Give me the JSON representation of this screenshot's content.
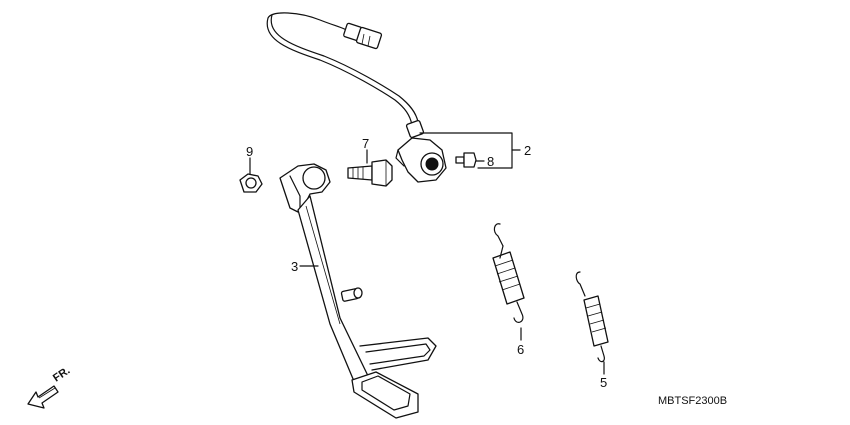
{
  "callouts": {
    "c2": "2",
    "c3": "3",
    "c5": "5",
    "c6": "6",
    "c7": "7",
    "c8": "8",
    "c9": "9"
  },
  "direction_label": "FR.",
  "diagram_code": "MBTSF2300B",
  "colors": {
    "ink": "#111111",
    "background": "#ffffff"
  }
}
